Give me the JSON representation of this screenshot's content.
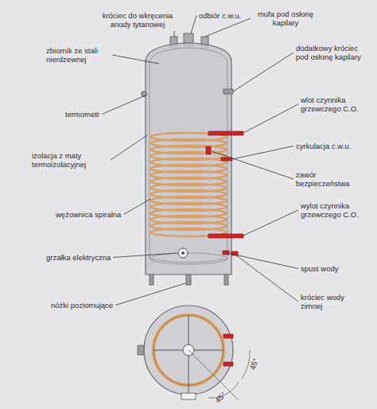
{
  "diagram": {
    "labels": [
      "króciec do wkręcenia anody tytanowej",
      "odbiór c.w.u.",
      "mufa pod osłonę kapilary",
      "zbiornik ze stali nierdzewnej",
      "dodatkowy króciec pod osłonę kapilary",
      "termometr",
      "wlot czynnika grzewczego C.O.",
      "cyrkulacja c.w.u.",
      "izolacja z maty termoizolacyjnej",
      "zawór bezpieczeństwa",
      "wężownica spiralna",
      "wylot czynnika grzewczego C.O.",
      "grzałka elektryczna",
      "spust wody",
      "nóżki poziomujące",
      "króciec wody zimnej",
      "45°",
      "45°"
    ]
  }
}
